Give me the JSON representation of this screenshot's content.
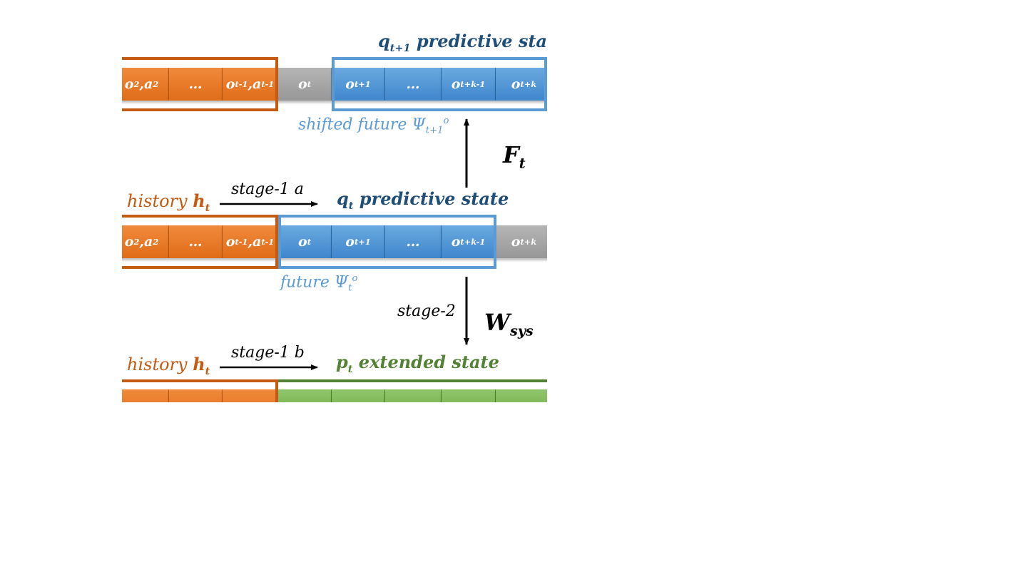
{
  "top_row": {
    "title_var": "q",
    "title_sub": "t+1",
    "title_rest": " predictive state",
    "cells": [
      {
        "main": "o",
        "sub": "2",
        "sep": ",",
        "main2": "a",
        "sub2": "2"
      },
      {
        "text": "…"
      },
      {
        "main": "o",
        "sub": "t-1",
        "sep": ",",
        "main2": "a",
        "sub2": "t-1"
      },
      {
        "main": "o",
        "sub": "t"
      },
      {
        "main": "o",
        "sub": "t+1"
      },
      {
        "text": "…"
      },
      {
        "main": "o",
        "sub": "t+k-1"
      },
      {
        "main": "o",
        "sub": "t+k"
      }
    ],
    "future_label_text": "shifted future Ψ",
    "future_label_sub": "t+1",
    "future_label_sup": "o"
  },
  "operator_F": {
    "main": "F",
    "sub": "t"
  },
  "middle_row": {
    "history_text": "history ",
    "history_var": "h",
    "history_sub": "t",
    "stage_label": "stage-1 a",
    "title_var": "q",
    "title_sub": "t",
    "title_rest": " predictive state",
    "cells": [
      {
        "main": "o",
        "sub": "2",
        "sep": ",",
        "main2": "a",
        "sub2": "2"
      },
      {
        "text": "…"
      },
      {
        "main": "o",
        "sub": "t-1",
        "sep": ",",
        "main2": "a",
        "sub2": "t-1"
      },
      {
        "main": "o",
        "sub": "t"
      },
      {
        "main": "o",
        "sub": "t+1"
      },
      {
        "text": "…"
      },
      {
        "main": "o",
        "sub": "t+k-1"
      },
      {
        "main": "o",
        "sub": "t+k"
      }
    ],
    "future_label_text": "future Ψ",
    "future_label_sub": "t",
    "future_label_sup": "o"
  },
  "operator_W": {
    "main": "W",
    "sub": "sys",
    "stage_label": "stage-2"
  },
  "bottom_row": {
    "history_text": "history ",
    "history_var": "h",
    "history_sub": "t",
    "stage_label": "stage-1 b",
    "title_var": "p",
    "title_sub": "t",
    "title_rest": " extended state"
  },
  "colors": {
    "history": "#c55a11",
    "future": "#5b9bd5",
    "predictive_state": "#1f4e79",
    "extended_state": "#548235",
    "removed": "#a6a6a6"
  }
}
